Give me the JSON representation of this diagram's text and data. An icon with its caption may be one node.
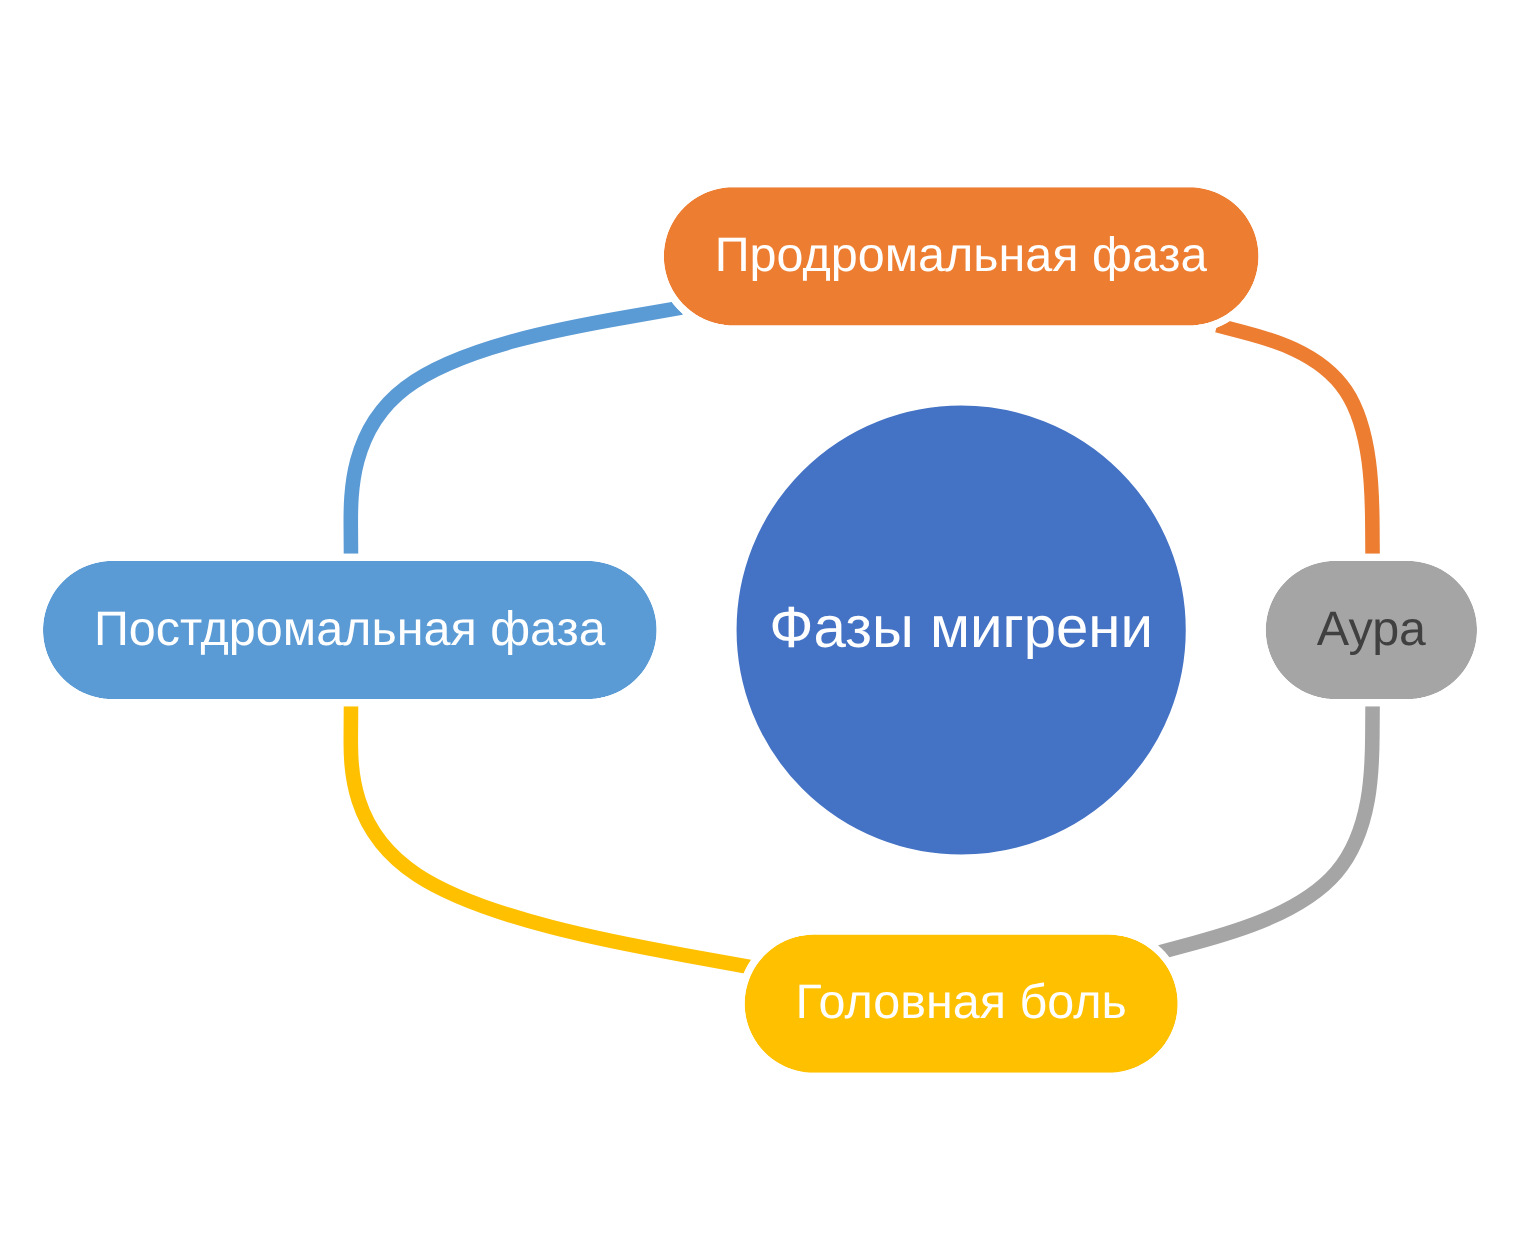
{
  "diagram": {
    "nodes": [
      {
        "text": [
          "Продромальная фаза"
        ]
      },
      {
        "text": [
          "Постдромальная фаза"
        ]
      },
      {
        "text": [
          "Фазы мигрени"
        ]
      },
      {
        "text": [
          "Аура"
        ]
      },
      {
        "text": [
          "Головная боль"
        ]
      }
    ],
    "edges": [
      {
        "from": 0,
        "to": 1,
        "arrow": "none",
        "color": "#5b9bd5"
      },
      {
        "from": 0,
        "to": 3,
        "arrow": "none",
        "color": "#ed7d31"
      },
      {
        "from": 1,
        "to": 4,
        "arrow": "none",
        "color": "#ffc000"
      },
      {
        "from": 3,
        "to": 4,
        "arrow": "none",
        "color": "#a5a5a5"
      }
    ]
  }
}
